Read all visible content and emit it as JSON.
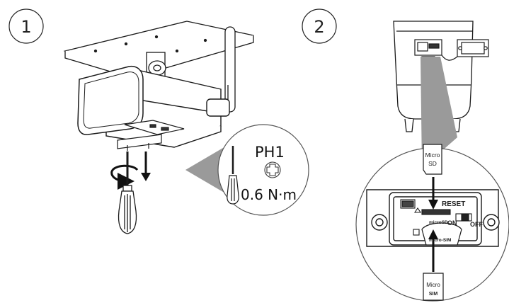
{
  "steps": [
    "1",
    "2"
  ],
  "tool": {
    "bit": "PH1",
    "torque": "0.6 N·m"
  },
  "card_slots": {
    "sd_card_label_top": "Micro",
    "sd_card_label_bottom": "SD",
    "sim_card_label_top": "Micro",
    "sim_card_label_bottom": "SIM",
    "reset_label": "RESET",
    "microsd_label": "microSD",
    "microsim_label": "micro-SIM",
    "switch_on_label": "ON",
    "switch_off_label": "OFF"
  },
  "colors": {
    "line": "#1a1a1a",
    "callout": "#9a9a9a",
    "arrow": "#111111"
  }
}
